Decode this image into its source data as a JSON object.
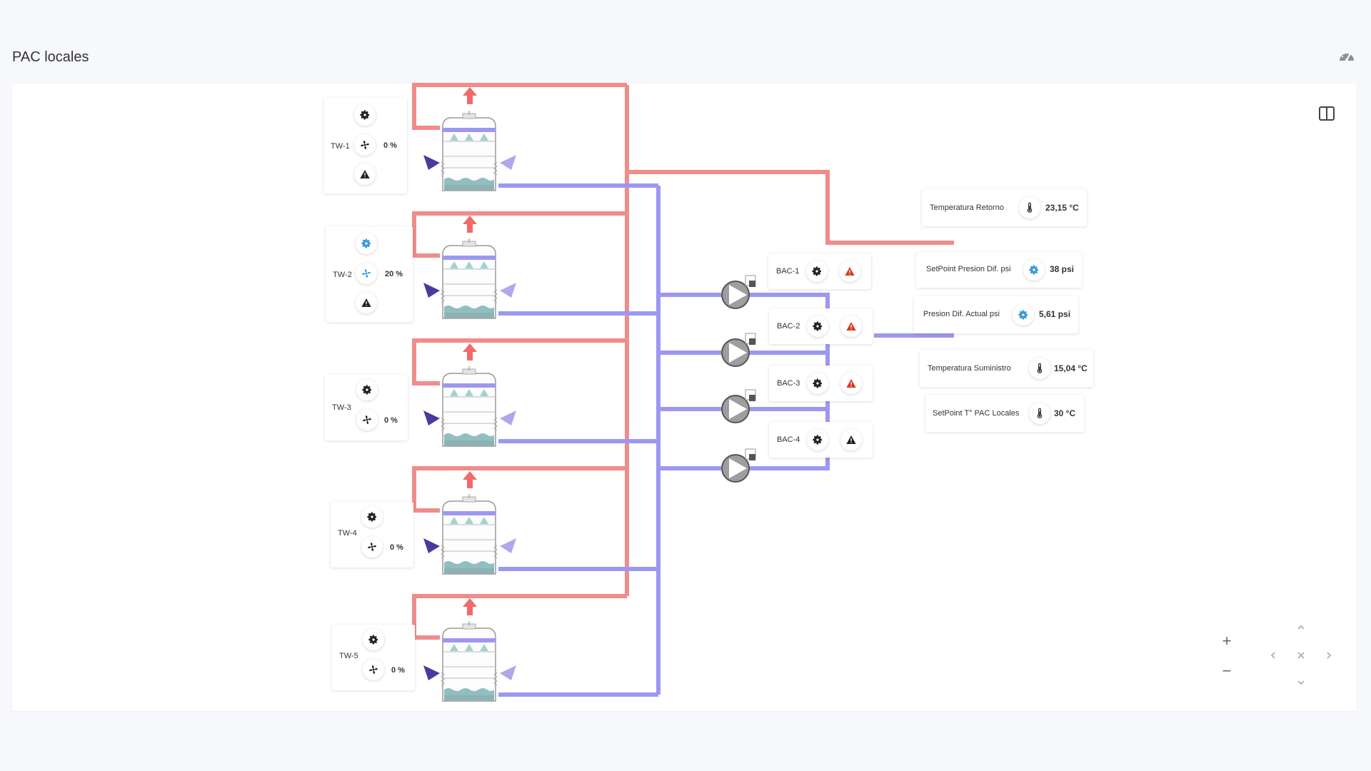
{
  "page": {
    "title": "PAC locales"
  },
  "towers": [
    {
      "name": "TW-1",
      "fan": "0 %",
      "status": "idle",
      "alarm": true
    },
    {
      "name": "TW-2",
      "fan": "20 %",
      "status": "running",
      "alarm": true
    },
    {
      "name": "TW-3",
      "fan": "0 %",
      "status": "idle",
      "alarm": false
    },
    {
      "name": "TW-4",
      "fan": "0 %",
      "status": "idle",
      "alarm": false
    },
    {
      "name": "TW-5",
      "fan": "0 %",
      "status": "idle",
      "alarm": false
    }
  ],
  "pumps": [
    {
      "name": "BAC-1",
      "alarm_color": "#d93a1a"
    },
    {
      "name": "BAC-2",
      "alarm_color": "#d93a1a"
    },
    {
      "name": "BAC-3",
      "alarm_color": "#d93a1a"
    },
    {
      "name": "BAC-4",
      "alarm_color": "#222222"
    }
  ],
  "readings": [
    {
      "label": "Temperatura Retorno",
      "icon": "thermometer-icon",
      "value": "23,15 °C"
    },
    {
      "label": "SetPoint Presion Dif. psi",
      "icon": "gear-icon",
      "value": "38 psi"
    },
    {
      "label": "Presion Dif. Actual psi",
      "icon": "gear-icon",
      "value": "5,61 psi"
    },
    {
      "label": "Temperatura Suministro",
      "icon": "thermometer-icon",
      "value": "15,04 °C"
    },
    {
      "label": "SetPoint T° PAC Locales",
      "icon": "thermometer-icon",
      "value": "30 °C"
    }
  ],
  "colors": {
    "hot_pipe": "#f28b8b",
    "cold_pipe": "#9c98f2",
    "running": "#3a9ad9",
    "alarm": "#d93a1a",
    "water": "#8fc7c7"
  },
  "controls": {
    "zoom_in": "+",
    "zoom_out": "−"
  }
}
